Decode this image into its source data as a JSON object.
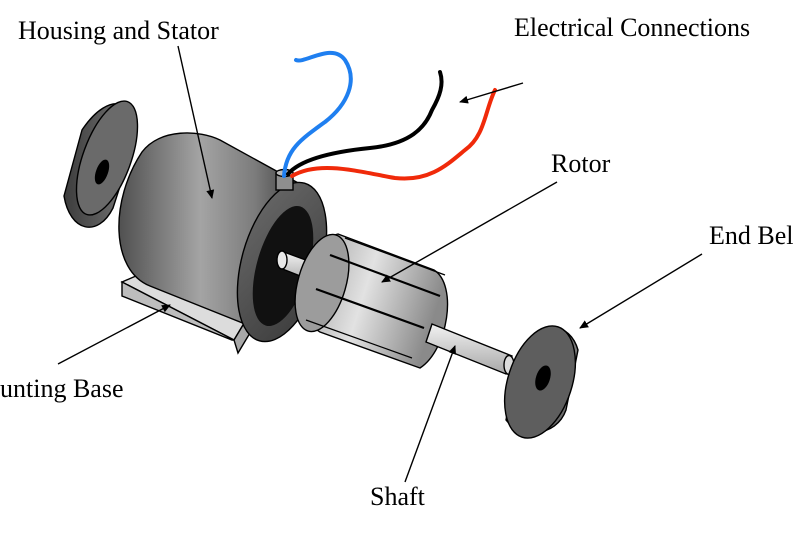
{
  "labels": {
    "housing_stator": "Housing and Stator",
    "electrical_connections": "Electrical Connections",
    "rotor": "Rotor",
    "end_bell": "End Bel",
    "mounting_base": "unting Base",
    "shaft": "Shaft"
  },
  "colors": {
    "wire_blue": "#1f7ff0",
    "wire_black": "#000000",
    "wire_red": "#f02a0a",
    "metal_dark": "#4d4d4d",
    "metal_light": "#d2d2d2",
    "base_gray": "#cfcfcf"
  }
}
